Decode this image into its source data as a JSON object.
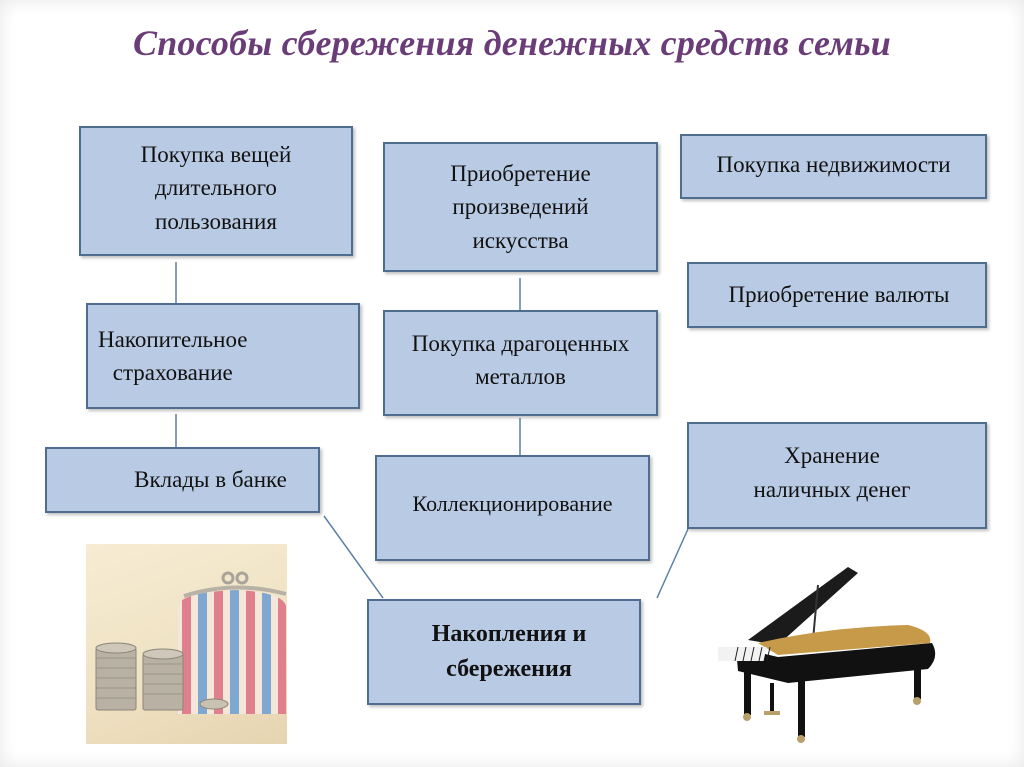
{
  "title": "Способы сбережения денежных средств семьи",
  "boxes": {
    "durable": "Покупка вещей\nдлительного\nпользования",
    "insurance": "Накопительное\nстрахование",
    "deposits": "Вклады в банке",
    "art": "Приобретение\nпроизведений\nискусства",
    "metals": "Покупка драгоценных\nметаллов",
    "collecting": "Коллекционирование",
    "realestate": "Покупка недвижимости",
    "currency": "Приобретение валюты",
    "cash": "Хранение\nналичных денег",
    "main": "Накопления и\nсбережения"
  },
  "colors": {
    "title": "#6b3d78",
    "box_fill": "#b9cbe4",
    "box_border": "#4f6d8f",
    "connector": "#5a80a8"
  },
  "images": [
    "coins-and-purse-photo",
    "grand-piano-photo"
  ]
}
